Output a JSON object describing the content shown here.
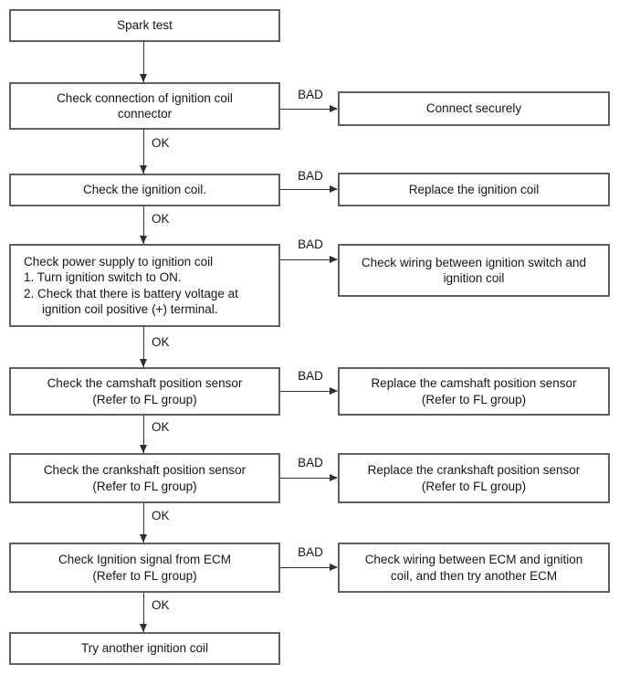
{
  "diagram": {
    "type": "flowchart",
    "topic": "Spark test troubleshooting"
  },
  "labels": {
    "ok": "OK",
    "bad": "BAD"
  },
  "colors": {
    "background": "#ffffff",
    "box_border": "#5f5f5f",
    "text": "#161616",
    "arrow": "#2e2e2e"
  },
  "boxes": {
    "spark_test": {
      "lines": [
        "Spark test"
      ]
    },
    "check_connection": {
      "lines": [
        "Check connection of ignition coil",
        "connector"
      ]
    },
    "connect_securely": {
      "lines": [
        "Connect securely"
      ]
    },
    "check_ignition_coil": {
      "lines": [
        "Check the ignition coil."
      ]
    },
    "replace_ignition_coil": {
      "lines": [
        "Replace the ignition coil"
      ]
    },
    "check_power_supply": {
      "lines": [
        "Check power supply to ignition coil",
        "1. Turn ignition switch to ON.",
        "2. Check that there is battery voltage at",
        "ignition coil positive (+) terminal."
      ]
    },
    "check_wiring_switch": {
      "lines": [
        "Check wiring between ignition switch and",
        "ignition coil"
      ]
    },
    "check_camshaft": {
      "lines": [
        "Check the camshaft position sensor",
        "(Refer to FL group)"
      ]
    },
    "replace_camshaft": {
      "lines": [
        "Replace the camshaft position sensor",
        "(Refer to FL group)"
      ]
    },
    "check_crankshaft": {
      "lines": [
        "Check the crankshaft position sensor",
        "(Refer to FL group)"
      ]
    },
    "replace_crankshaft": {
      "lines": [
        "Replace the crankshaft position sensor",
        "(Refer to FL group)"
      ]
    },
    "check_ecm_signal": {
      "lines": [
        "Check Ignition signal from ECM",
        "(Refer to FL group)"
      ]
    },
    "check_wiring_ecm": {
      "lines": [
        "Check wiring between ECM and ignition",
        "coil, and then try another ECM"
      ]
    },
    "try_another_coil": {
      "lines": [
        "Try another ignition coil"
      ]
    }
  }
}
